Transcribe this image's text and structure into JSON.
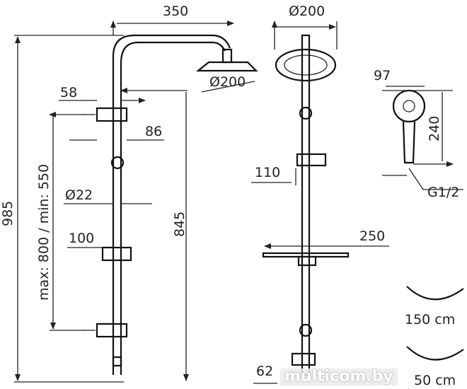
{
  "dimensions": {
    "arm_length": "350",
    "head_diameter_side": "Ø200",
    "head_diameter_front": "Ø200",
    "bracket_depth": "58",
    "bracket_width": "86",
    "pipe_diameter": "Ø22",
    "holder_width": "100",
    "total_height": "985",
    "bracket_spacing": "max: 800 / min: 550",
    "height_845": "845",
    "hand_shower_width": "97",
    "hand_shower_length": "240",
    "thread": "G1/2",
    "slider_offset": "110",
    "shelf_width": "250",
    "valve_width": "62"
  },
  "hoses": [
    "150 cm",
    "50 cm"
  ],
  "watermark": "multicom.by"
}
